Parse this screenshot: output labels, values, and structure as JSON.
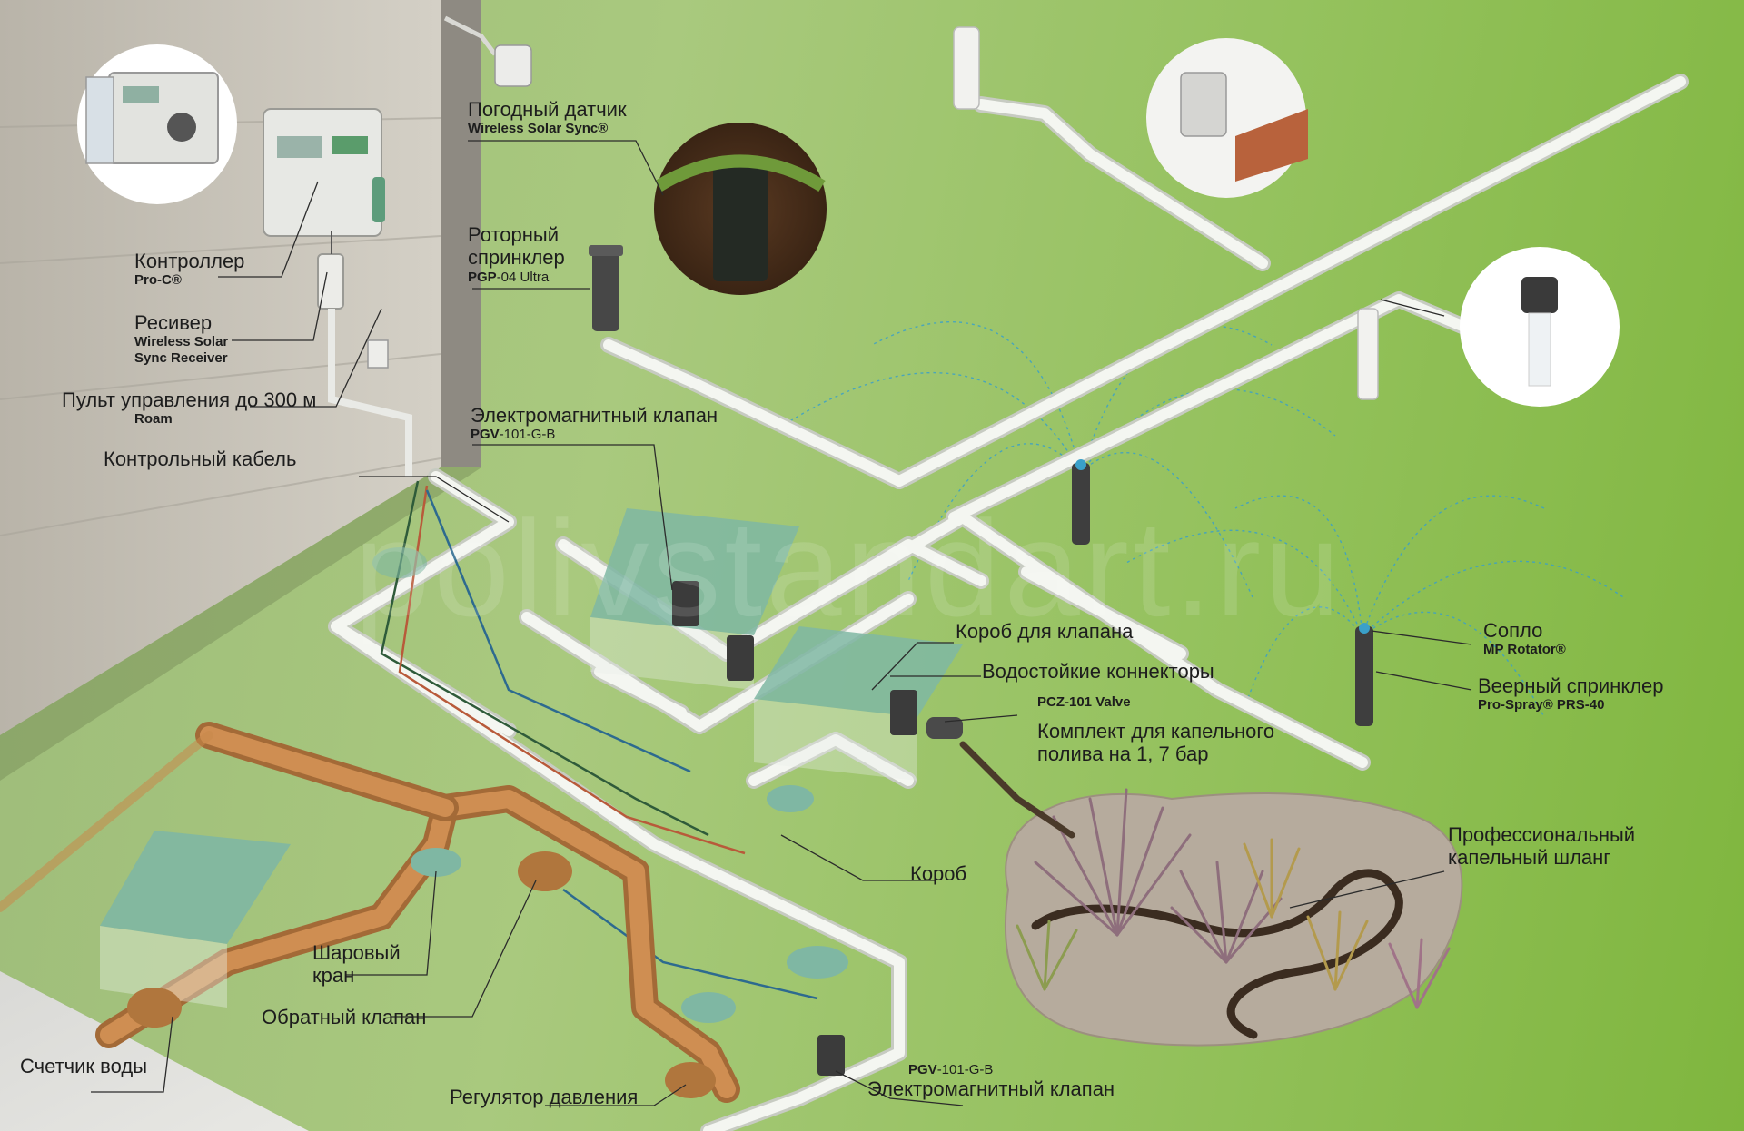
{
  "labels": {
    "weather_sensor": {
      "title": "Погодный датчик",
      "sub": "Wireless Solar Sync®"
    },
    "rotor": {
      "title_l1": "Роторный",
      "title_l2": "спринклер",
      "sub_bold": "PGP",
      "sub_rest": "-04 Ultra"
    },
    "controller": {
      "title": "Контроллер",
      "sub": "Pro-C®"
    },
    "receiver": {
      "title": "Ресивер",
      "sub_l1": "Wireless Solar",
      "sub_l2": "Sync Receiver"
    },
    "remote": {
      "title": "Пульт управления до 300 м",
      "sub": "Roam"
    },
    "control_cable": {
      "title": "Контрольный кабель"
    },
    "solenoid_top": {
      "title": "Электромагнитный клапан",
      "sub_bold": "PGV",
      "sub_rest": "-101-G-B"
    },
    "valve_box": {
      "title": "Короб для клапана"
    },
    "connectors": {
      "title": "Водостойкие коннекторы"
    },
    "pcz": {
      "sub": "PCZ-101 Valve"
    },
    "drip_kit": {
      "title_l1": "Комплект для капельного",
      "title_l2": "полива на 1, 7 бар"
    },
    "nozzle": {
      "title": "Сопло",
      "sub": "MP Rotator®"
    },
    "spray": {
      "title": "Веерный спринклер",
      "sub": "Pro-Spray® PRS-40"
    },
    "drip_hose": {
      "title_l1": "Профессиональный",
      "title_l2": "капельный шланг"
    },
    "box": {
      "title": "Короб"
    },
    "ball_valve": {
      "title_l1": "Шаровый",
      "title_l2": "кран"
    },
    "check_valve": {
      "title": "Обратный клапан"
    },
    "water_meter": {
      "title": "Счетчик воды"
    },
    "pressure_reg": {
      "title": "Регулятор давления"
    },
    "solenoid_bottom": {
      "title": "Электромагнитный клапан",
      "sub_bold": "PGV",
      "sub_rest": "-101-G-B"
    }
  },
  "watermark": "polivstandart.ru",
  "colors": {
    "wall": "#c9c5bb",
    "roof": "#6f6f6f",
    "pvc_pipe": "#f3f5f0",
    "copper_pipe": "#c9884b",
    "box_lid": "#7fb7a3",
    "bed": "#b6ab9d",
    "spray_water": "#3aa0c9"
  }
}
